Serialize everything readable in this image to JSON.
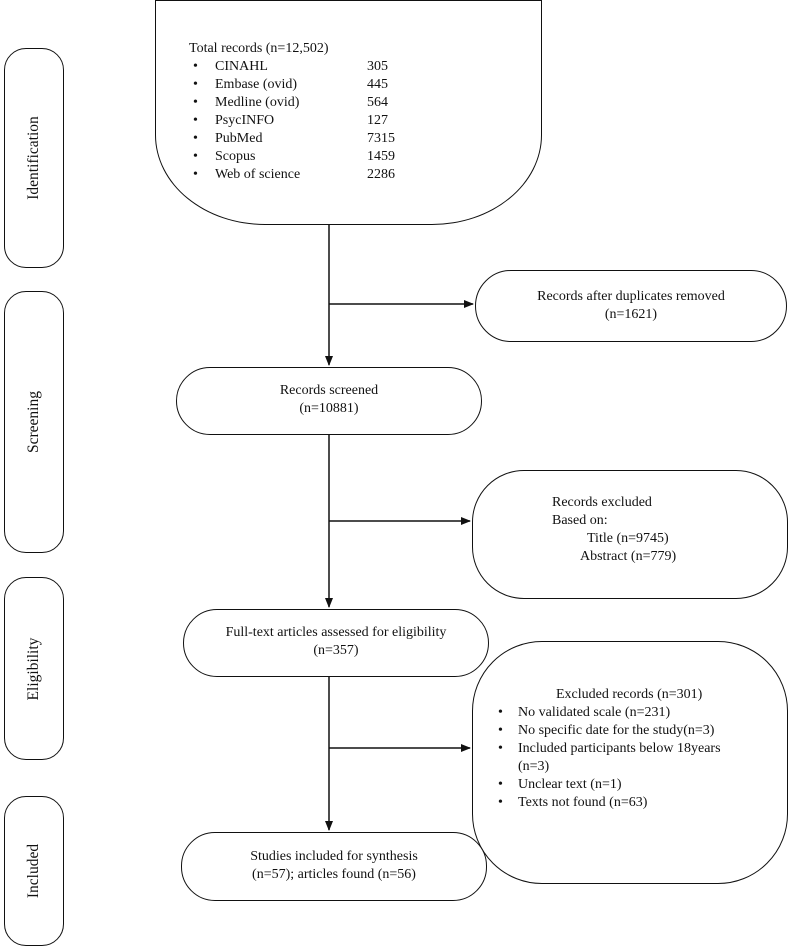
{
  "stages": [
    "Identification",
    "Screening",
    "Eligibility",
    "Included"
  ],
  "total_records": {
    "title": "Total records (n=12,502)",
    "bullet": "•",
    "databases": [
      {
        "name": "CINAHL",
        "count": "305"
      },
      {
        "name": "Embase (ovid)",
        "count": "445"
      },
      {
        "name": "Medline (ovid)",
        "count": "564"
      },
      {
        "name": "PsycINFO",
        "count": "127"
      },
      {
        "name": "PubMed",
        "count": "7315"
      },
      {
        "name": "Scopus",
        "count": "1459"
      },
      {
        "name": "Web of science",
        "count": "2286"
      }
    ]
  },
  "duplicates_removed": {
    "line1": "Records after duplicates removed",
    "line2": "(n=1621)"
  },
  "records_screened": {
    "line1": "Records screened",
    "line2": "(n=10881)"
  },
  "records_excluded": {
    "line1": "Records excluded",
    "line2": "Based on:",
    "line3": "Title (n=9745)",
    "line4": "Abstract (n=779)"
  },
  "full_text": {
    "line1": "Full-text articles assessed for eligibility",
    "line2": "(n=357)"
  },
  "excluded_records": {
    "title": "Excluded records (n=301)",
    "bullet": "•",
    "items": [
      "No validated scale (n=231)",
      "No specific date for the study(n=3)",
      "Included participants below 18years",
      "Unclear text (n=1)",
      "Texts not found (n=63)"
    ],
    "item_continuation": "(n=3)"
  },
  "included": {
    "line1": "Studies included for synthesis",
    "line2": "(n=57); articles found (n=56)"
  },
  "colors": {
    "stroke": "#111111",
    "background": "#ffffff"
  }
}
